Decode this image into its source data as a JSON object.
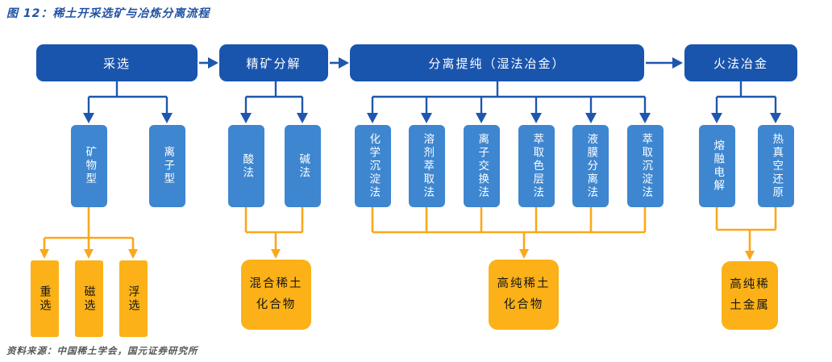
{
  "figure": {
    "title": "图 12：稀土开采选矿与冶炼分离流程",
    "source": "资料来源：中国稀土学会，国元证券研究所"
  },
  "colors": {
    "stage_blue": "#1A55AD",
    "method_blue": "#3E86D0",
    "output_orange": "#FBB117",
    "connector_blue": "#1E57AE",
    "connector_orange": "#F9A81D",
    "title_blue": "#2153A3",
    "source_gray": "#595959"
  },
  "flowchart": {
    "stages": [
      {
        "label": "采选",
        "methods": [
          "矿物型",
          "离子型"
        ]
      },
      {
        "label": "精矿分解",
        "methods": [
          "酸法",
          "碱法"
        ]
      },
      {
        "label": "分离提纯（湿法冶金）",
        "methods": [
          "化学沉淀法",
          "溶剂萃取法",
          "离子交换法",
          "萃取色层法",
          "液膜分离法",
          "萃取沉淀法"
        ]
      },
      {
        "label": "火法冶金",
        "methods": [
          "熔融电解",
          "热真空还原"
        ]
      }
    ],
    "mineral_processes": [
      "重选",
      "磁选",
      "浮选"
    ],
    "outputs": [
      {
        "label": "混合稀土\n化合物"
      },
      {
        "label": "高纯稀土\n化合物"
      },
      {
        "label": "高纯稀\n土金属"
      }
    ]
  }
}
